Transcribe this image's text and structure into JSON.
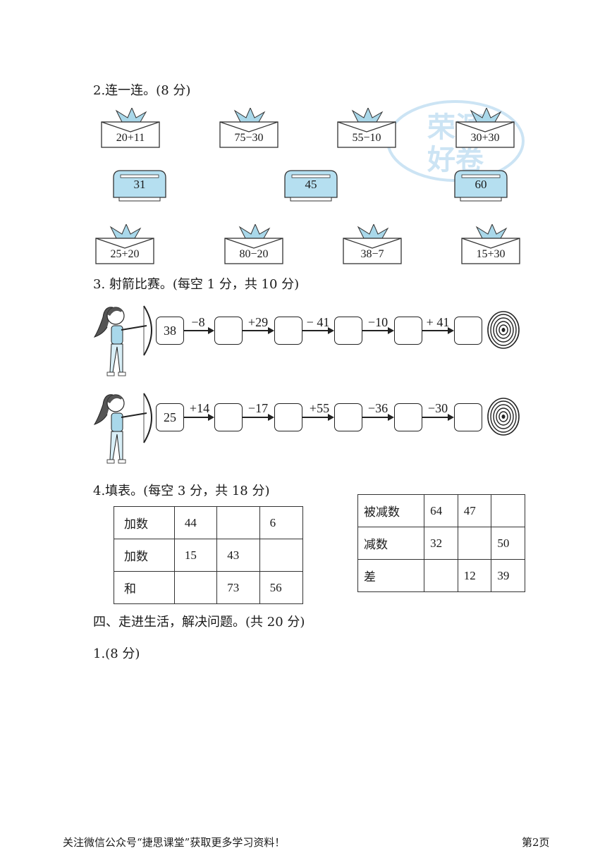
{
  "q2": {
    "heading": "2.连一连。(8 分)",
    "top_envelopes": [
      "20+11",
      "75−30",
      "55−10",
      "30+30"
    ],
    "mailboxes": [
      "31",
      "45",
      "60"
    ],
    "bottom_envelopes": [
      "25+20",
      "80−20",
      "38−7",
      "15+30"
    ]
  },
  "q3": {
    "heading": "3. 射箭比赛。(每空 1 分，共 10 分)",
    "rows": [
      {
        "start": "38",
        "ops": [
          "−8",
          "+29",
          "− 41",
          "−10",
          "+ 41"
        ]
      },
      {
        "start": "25",
        "ops": [
          "+14",
          "−17",
          "+55",
          "−36",
          "−30"
        ]
      }
    ]
  },
  "q4": {
    "heading": "4.填表。(每空 3 分，共 18 分)",
    "addition_table": [
      [
        "加数",
        "44",
        "",
        "6"
      ],
      [
        "加数",
        "15",
        "43",
        ""
      ],
      [
        "和",
        "",
        "73",
        "56"
      ]
    ],
    "subtraction_table": [
      [
        "被减数",
        "64",
        "47",
        ""
      ],
      [
        "减数",
        "32",
        "",
        "50"
      ],
      [
        "差",
        "",
        "12",
        "39"
      ]
    ]
  },
  "section4": {
    "heading": "四、走进生活，解决问题。(共 20 分)",
    "q1": "1.(8 分)"
  },
  "watermark": {
    "line1": "荣源",
    "line2": "好卷"
  },
  "footer": {
    "left": "关注微信公众号“捷思课堂”获取更多学习资料！",
    "right": "第2页"
  },
  "colors": {
    "leaf": "#a9d8ea",
    "mailbox": "#b5dff0",
    "ink": "#1a1a1a",
    "watermark": "#4a9fd8"
  }
}
